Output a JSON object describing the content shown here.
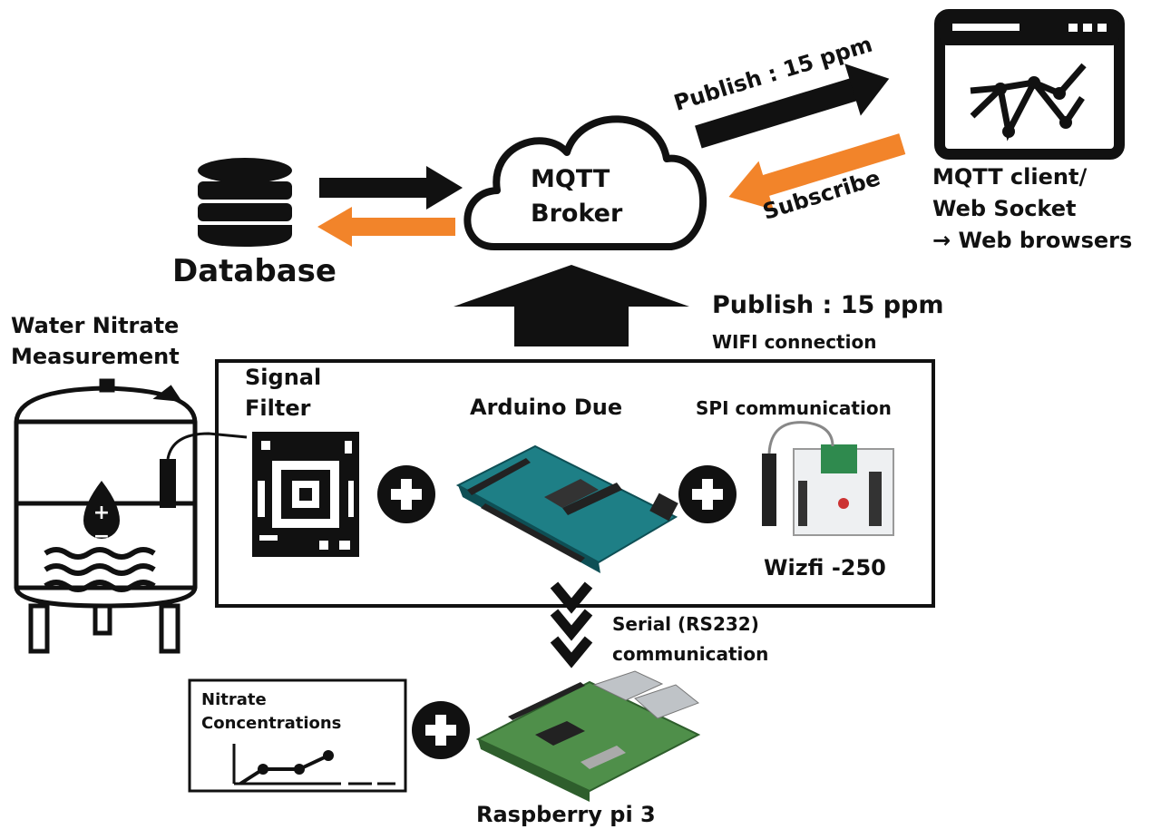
{
  "broker": {
    "line1": "MQTT",
    "line2": "Broker"
  },
  "database": {
    "label": "Database"
  },
  "web_client": {
    "line1": "MQTT client/",
    "line2": "Web Socket",
    "line3": "→ Web browsers"
  },
  "arrows": {
    "publish_top": "Publish : 15 ppm",
    "subscribe": "Subscribe",
    "publish_main": "Publish : 15 ppm",
    "wifi": "WIFI connection",
    "serial_line1": "Serial (RS232)",
    "serial_line2": "communication"
  },
  "tank": {
    "line1": "Water Nitrate",
    "line2": "Measurement"
  },
  "hardware": {
    "signal_filter_line1": "Signal",
    "signal_filter_line2": "Filter",
    "arduino": "Arduino Due",
    "spi": "SPI communication",
    "wizfi": "Wizfi -250"
  },
  "chart_panel": {
    "line1": "Nitrate",
    "line2": "Concentrations"
  },
  "raspberry": {
    "label": "Raspberry pi 3"
  },
  "colors": {
    "arrow_dark": "#111111",
    "arrow_orange": "#f2842a",
    "board_teal": "#1e7f86",
    "board_green": "#4f8f4a"
  }
}
